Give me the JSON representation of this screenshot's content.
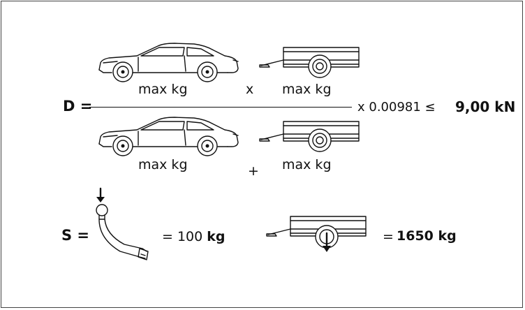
{
  "colors": {
    "line": "#111111",
    "background": "#ffffff",
    "border": "#444444"
  },
  "formula_d": {
    "symbol": "D =",
    "car_top_label": "max kg",
    "trailer_top_label": "max kg",
    "multiply_sign": "x",
    "car_bottom_label": "max kg",
    "plus_sign": "+",
    "trailer_bottom_label": "max kg",
    "factor_text": "x 0.00981 ≤",
    "result": "9,00 kN"
  },
  "formula_s": {
    "symbol": "S =",
    "towbar_eq": "= 100",
    "towbar_unit": "kg",
    "trailer_eq": "=",
    "trailer_value": "1650 kg"
  },
  "icons": [
    "car-icon",
    "trailer-icon",
    "towbar-icon",
    "down-arrow-icon"
  ]
}
